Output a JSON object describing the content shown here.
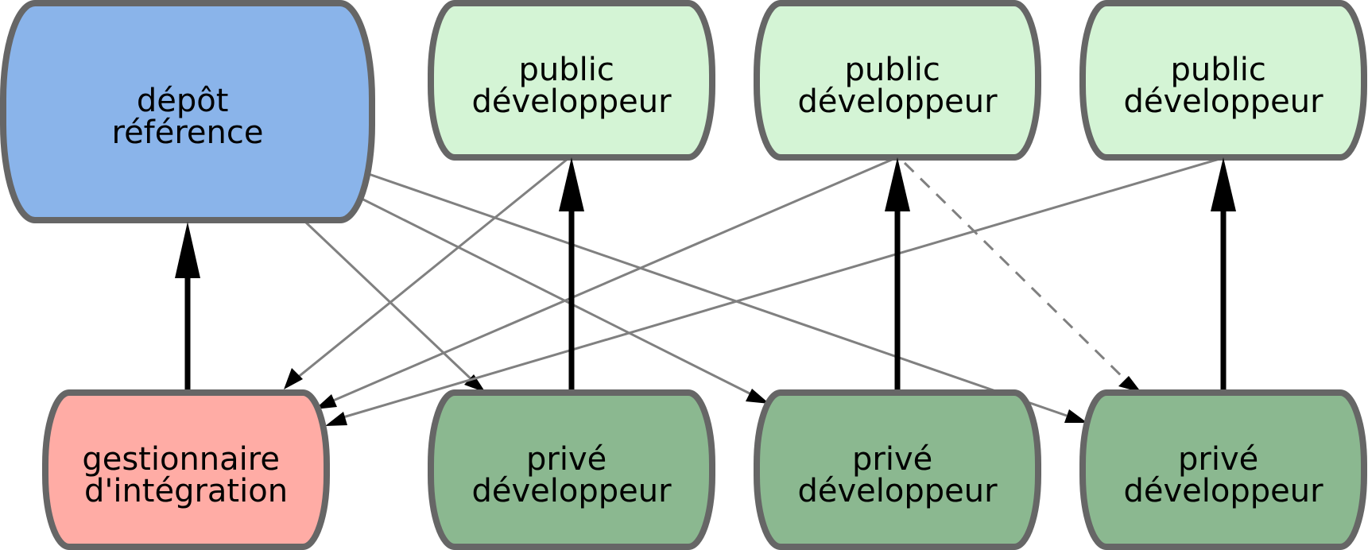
{
  "colors": {
    "blessed": "#8ab4ea",
    "public": "#d4f4d5",
    "private": "#8bb890",
    "integration": "#ffaca5",
    "border": "#666666",
    "thin_edge": "#808080",
    "thick_edge": "#000000"
  },
  "nodes": {
    "blessed": {
      "line1": "dépôt",
      "line2": "référence"
    },
    "public_1": {
      "line1": "public",
      "line2": "développeur"
    },
    "public_2": {
      "line1": "public",
      "line2": "développeur"
    },
    "public_3": {
      "line1": "public",
      "line2": "développeur"
    },
    "integration": {
      "line1": "gestionnaire",
      "line2": "d'intégration"
    },
    "private_1": {
      "line1": "privé",
      "line2": "développeur"
    },
    "private_2": {
      "line1": "privé",
      "line2": "développeur"
    },
    "private_3": {
      "line1": "privé",
      "line2": "développeur"
    }
  }
}
